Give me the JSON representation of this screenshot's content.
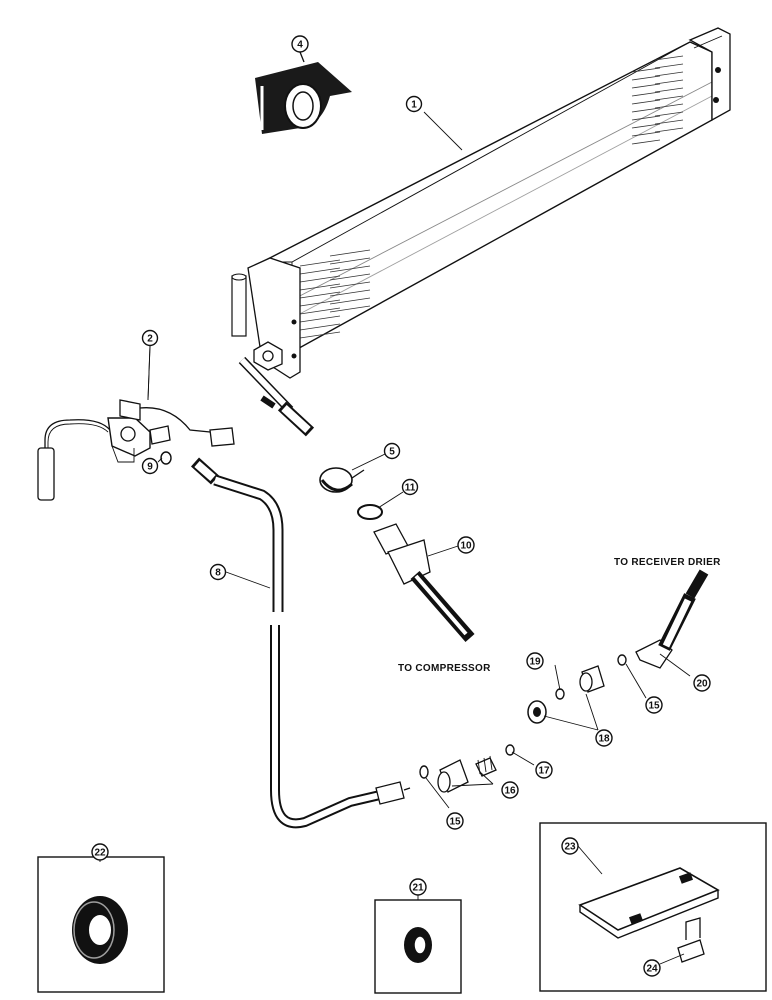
{
  "callouts": {
    "c1": "1",
    "c2": "2",
    "c4": "4",
    "c5": "5",
    "c8": "8",
    "c9": "9",
    "c10": "10",
    "c11": "11",
    "c15a": "15",
    "c15b": "15",
    "c16": "16",
    "c17": "17",
    "c18": "18",
    "c19": "19",
    "c20": "20",
    "c21": "21",
    "c22": "22",
    "c23": "23",
    "c24": "24"
  },
  "labels": {
    "to_receiver_drier": "TO RECEIVER DRIER",
    "to_compressor": "TO COMPRESSOR"
  }
}
